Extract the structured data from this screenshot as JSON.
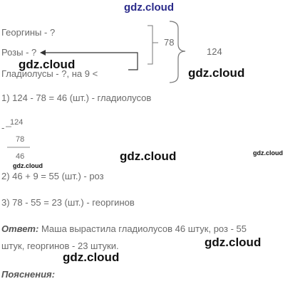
{
  "watermarks": {
    "top": "gdz.cloud",
    "a": "gdz.cloud",
    "b": "gdz.cloud",
    "c": "gdz.cloud",
    "d": "gdz.cloud",
    "small1": "gdz.cloud",
    "small2": "gdz.cloud",
    "e": "gdz.cloud"
  },
  "condition": {
    "line1": "Георгины - ?",
    "line2": "Розы - ?",
    "line3": "Гладиолусы - ?, на 9 <",
    "brace_small": "78",
    "brace_big": "124"
  },
  "steps": {
    "s1": "1) 124 - 78 = 46 (шт.) - гладиолусов",
    "s2": "2) 46 + 9 = 55 (шт.) - роз",
    "s3": "3) 78 - 55 = 23 (шт.) - георгинов"
  },
  "column": {
    "minus": "-",
    "top": "124",
    "mid": "78",
    "result": "46"
  },
  "answer": {
    "label": "Ответ:",
    "line1": "Маша вырастила гладиолусов 46 штук, роз - 55",
    "line2": "штук, георгинов - 23 штуки."
  },
  "explanation": {
    "label": "Пояснения:"
  }
}
